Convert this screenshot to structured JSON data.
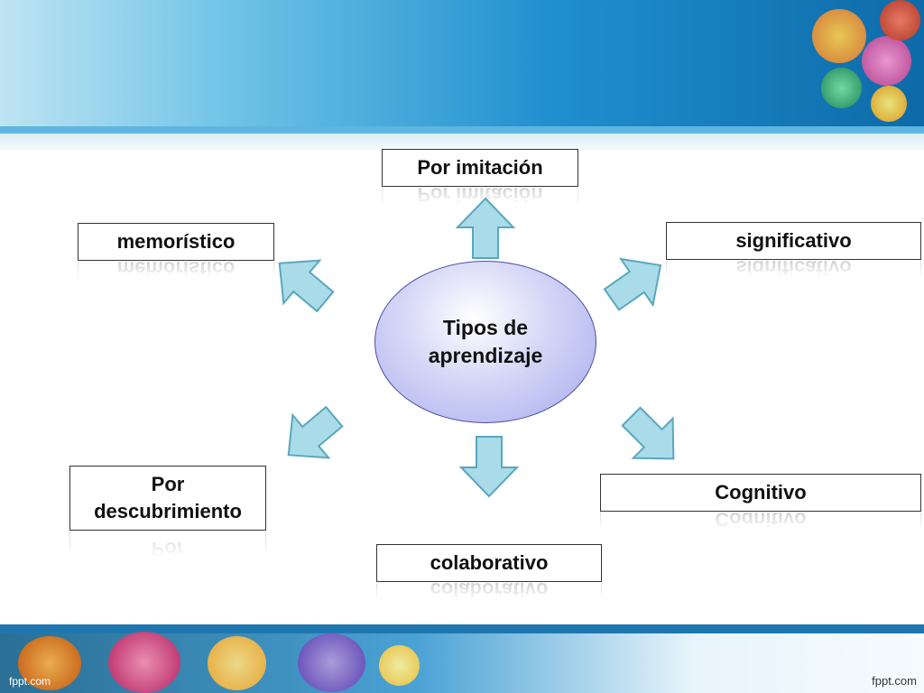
{
  "center": {
    "label_line1": "Tipos de",
    "label_line2": "aprendizaje"
  },
  "nodes": {
    "imitacion": {
      "label": "Por imitación"
    },
    "memoristico": {
      "label": "memorístico"
    },
    "significativo": {
      "label": "significativo"
    },
    "descubrimiento": {
      "label_line1": "Por",
      "label_line2": "descubrimiento"
    },
    "cognitivo": {
      "label": "Cognitivo"
    },
    "colaborativo": {
      "label": "colaborativo"
    }
  },
  "footer": {
    "left": "fppt.com",
    "right": "fppt.com"
  },
  "colors": {
    "arrow_fill": "#a9dbe8",
    "arrow_stroke": "#5aa7bf",
    "ellipse_border": "#4a4fa8"
  }
}
